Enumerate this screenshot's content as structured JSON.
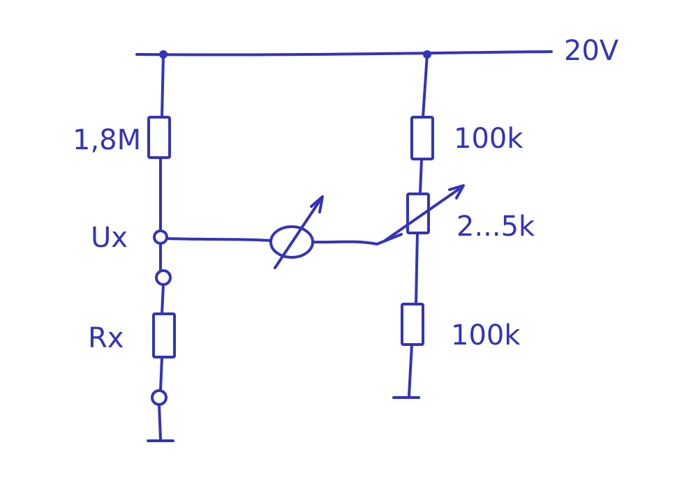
{
  "labels": {
    "supply": "20V",
    "r_top_left": "1,8M",
    "r_top_right": "100k",
    "pot": "2...5k",
    "r_bottom_right": "100k",
    "node_ux": "Ux",
    "r_x": "Rx"
  },
  "colors": {
    "ink": "#3333bb",
    "background": "#ffffff"
  }
}
